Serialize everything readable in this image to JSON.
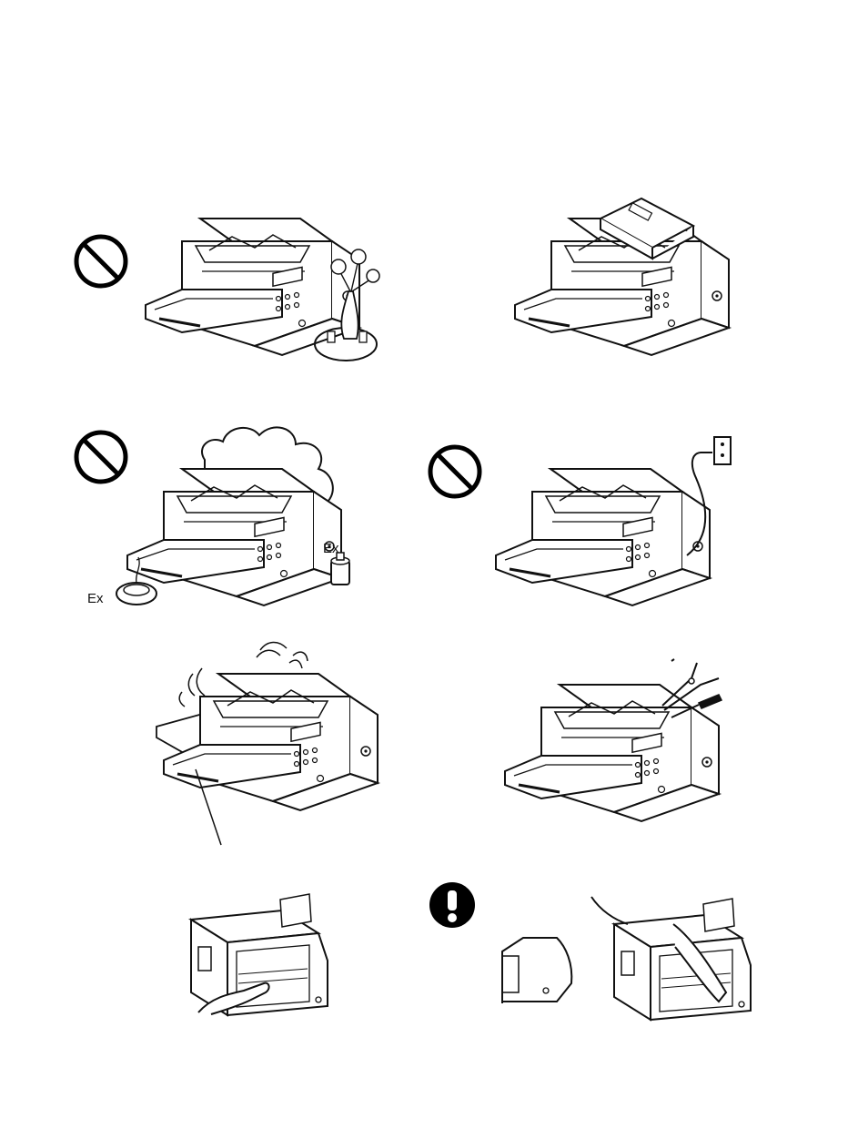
{
  "labels": {
    "ex_left": "Ex",
    "ex_right": "Ex"
  },
  "symbols": {
    "prohibition_count": 3,
    "mandatory_count": 1
  }
}
